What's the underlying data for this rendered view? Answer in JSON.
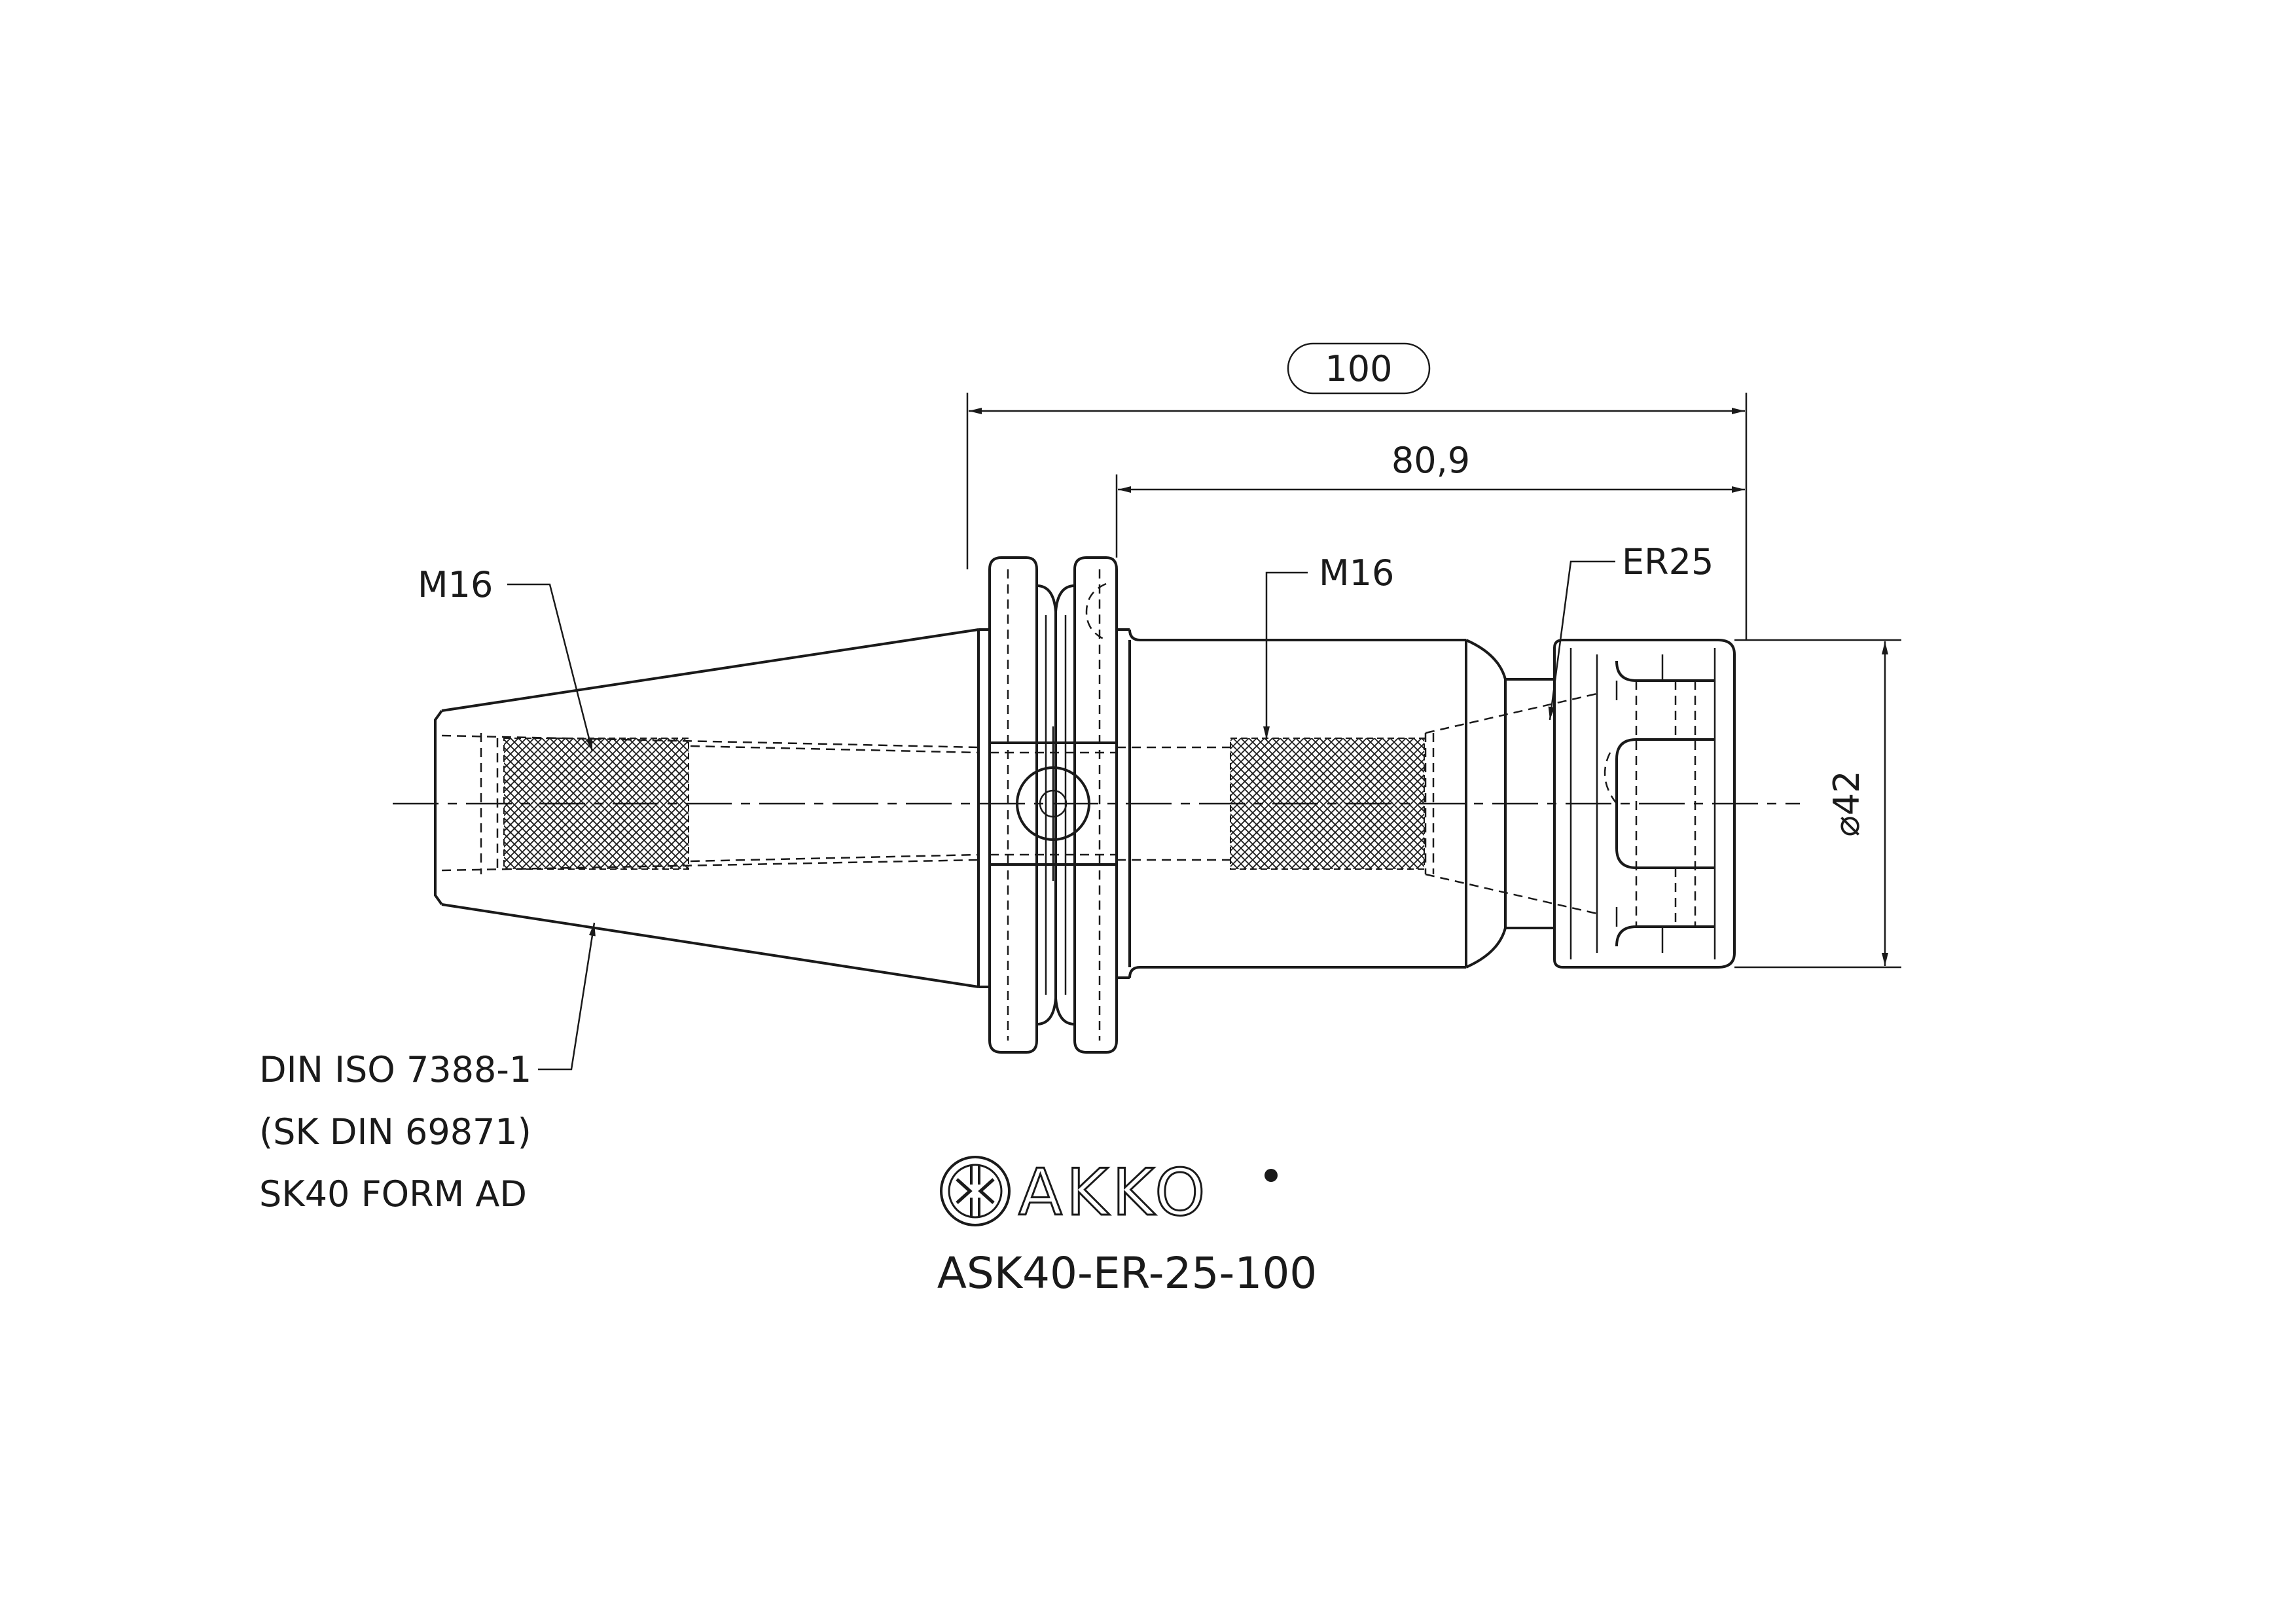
{
  "dimensions": {
    "overall_length": "100",
    "gauge_length": "80,9",
    "diameter": "⌀42"
  },
  "callouts": {
    "thread_left": "M16",
    "thread_right": "M16",
    "collet": "ER25",
    "standard_line1": "DIN ISO 7388-1",
    "standard_line2": "(SK DIN 69871)",
    "standard_line3": "SK40 FORM AD"
  },
  "logo": {
    "brand": "AKKO"
  },
  "part_number": "ASK40-ER-25-100",
  "icons": {
    "brand_mark": "akko-logo-icon"
  }
}
